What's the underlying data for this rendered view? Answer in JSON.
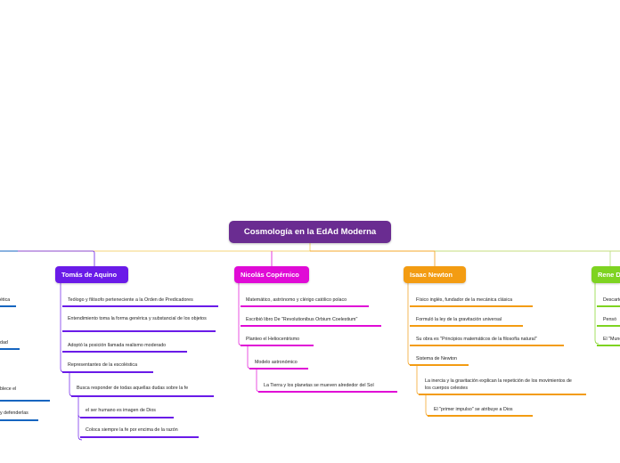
{
  "root": {
    "title": "Cosmología en la EdAd Moderna"
  },
  "colors": {
    "root": "#6a2c91",
    "blue": "#1565c0",
    "tomas": "#6a1be8",
    "nicolas": "#e00bd6",
    "isaac": "#f39c12",
    "rene": "#7ed321"
  },
  "left_partial": {
    "leaves": [
      "ética",
      "dad",
      "blece el",
      "y defenderlas"
    ]
  },
  "tomas": {
    "title": "Tomás de Aquino",
    "leaves": [
      "Teólogo y filósofo perteneciente a la Orden de Predicadores",
      "Entendimiento toma la forma genérica y substancial de los objetos",
      "Adoptó la posición llamada realismo moderado",
      "Representantes de la escoléstica",
      "Busca responder de todas aquellas dudas sobre la  fe",
      "el ser humano es imagen de Dios",
      "Coloca siempre la fe por encima de la razón"
    ]
  },
  "nicolas": {
    "title": "Nicolás Copérnico",
    "leaves": [
      "Matemático, astrónomo y clérigo católico polaco",
      "Escribió libro De \"Revolutionibus Orbium Coelestium\"",
      "Planteo el Heliocentrismo",
      "Modelo astronómico",
      "La Tierra y los planetas se mueven alrededor del Sol"
    ]
  },
  "isaac": {
    "title": "Isaac Newton",
    "leaves": [
      "Físico inglés, fundador de la mecánica clásica",
      "Formuló la ley de la gravitación universal",
      "Su obra es \"Principios matemáticos de la filosofía natural\"",
      "Sistema de Newton",
      "La inercia y la gravitación explican la repetición  de los movimientos de los cuerpos celestes",
      "El \"primer impulso\" se atribuye a Dios"
    ]
  },
  "rene": {
    "title": "Rene Descartes",
    "leaves": [
      "Descartes",
      "Pensó",
      "El \"Mundo\""
    ]
  }
}
